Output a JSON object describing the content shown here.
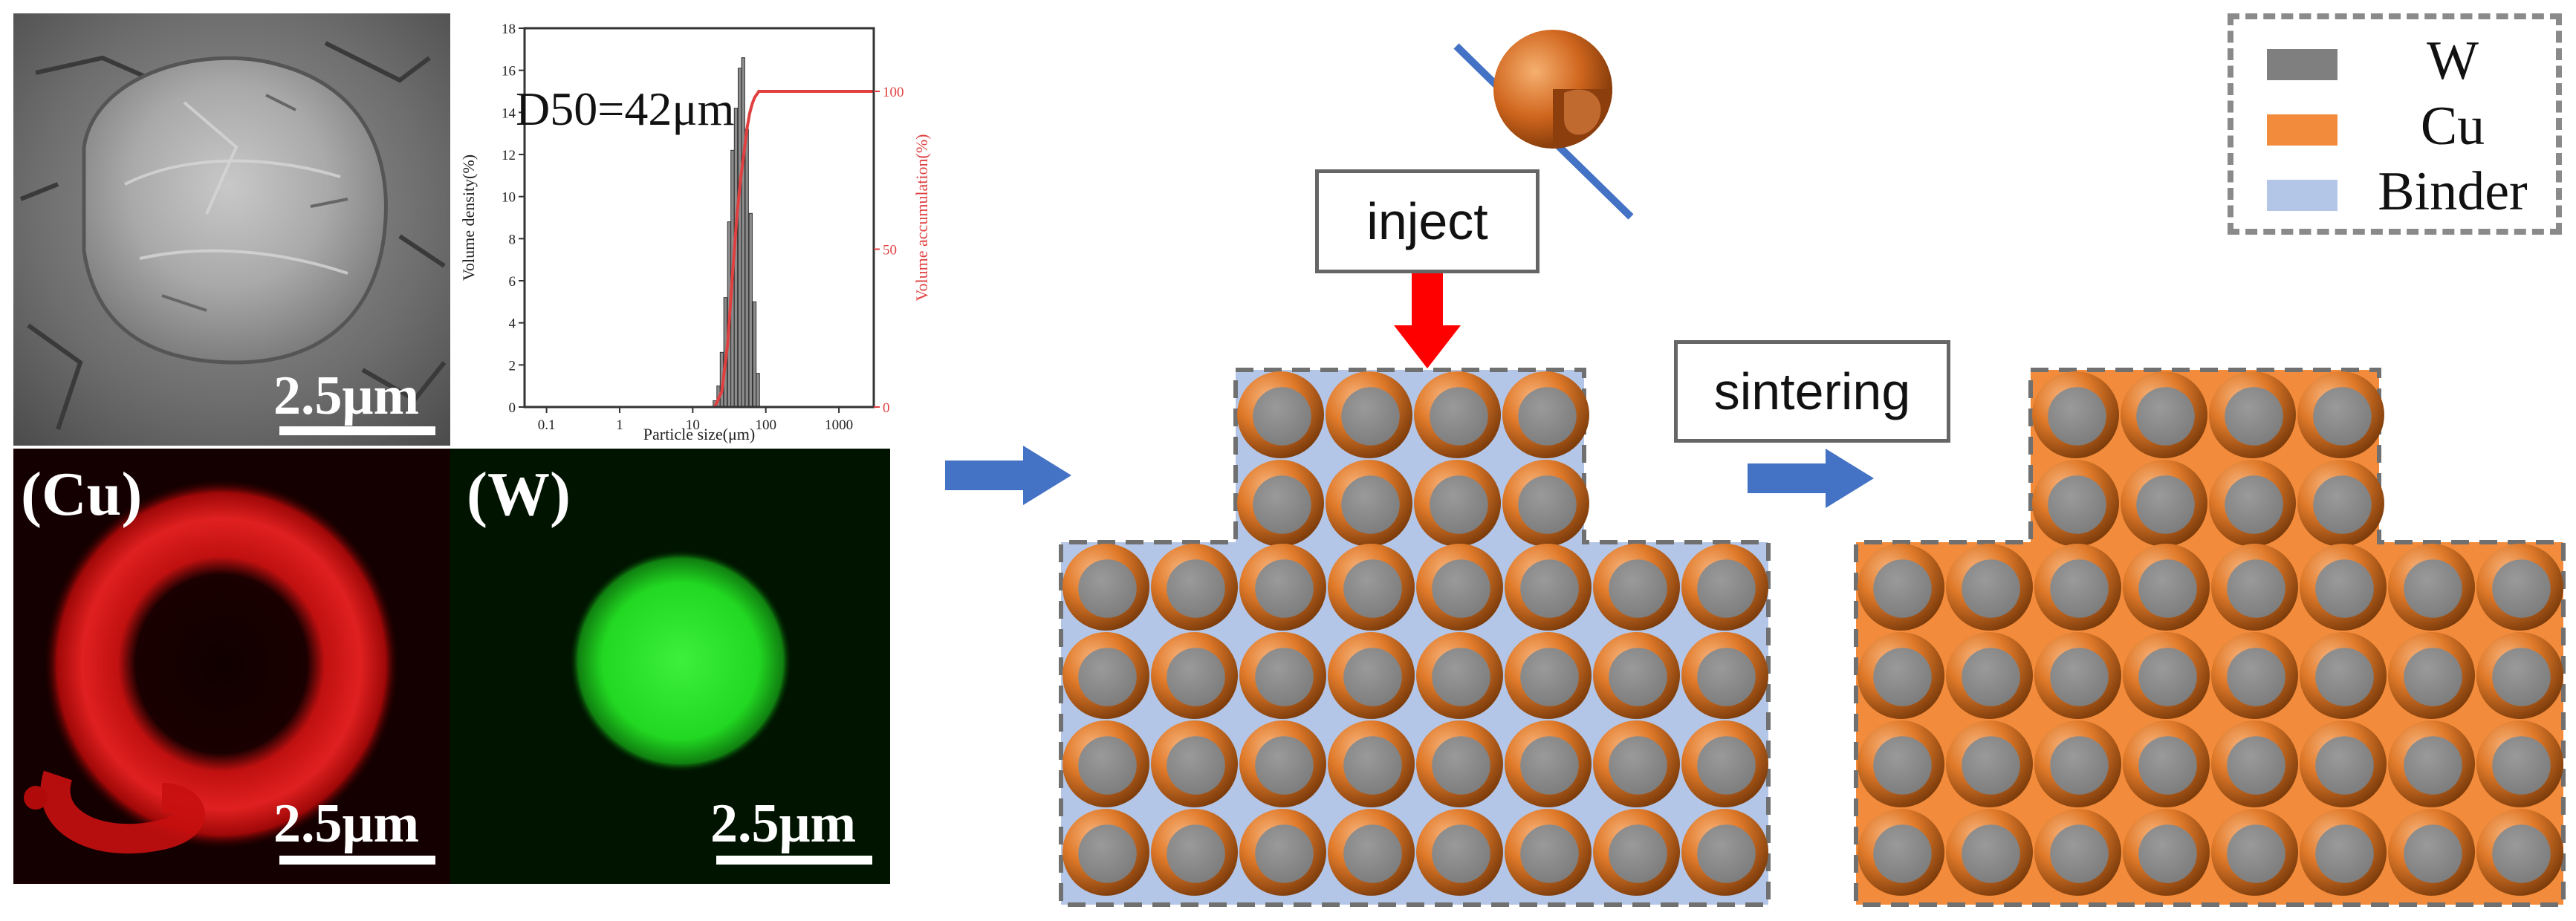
{
  "sem_panel": {
    "scale_label": "2.5μm"
  },
  "edx_cu": {
    "label": "(Cu)",
    "scale_label": "2.5μm"
  },
  "edx_w": {
    "label": "(W)",
    "scale_label": "2.5μm"
  },
  "chart_data": {
    "type": "bar",
    "annotation": "D50=42μm",
    "xlabel": "Particle size(μm)",
    "ylabel": "Volume density(%)",
    "y2label": "Volume accumulation(%)",
    "xscale": "log",
    "xticks": [
      "0.1",
      "1",
      "10",
      "100",
      "1000"
    ],
    "yticks": [
      "0",
      "2",
      "4",
      "6",
      "8",
      "10",
      "12",
      "14",
      "16",
      "18"
    ],
    "y2ticks": [
      "0",
      "50",
      "100"
    ],
    "xlim": [
      0.05,
      3000
    ],
    "ylim": [
      0,
      18
    ],
    "y2lim": [
      0,
      120
    ],
    "series": [
      {
        "kind": "bar",
        "x": [
          20,
          22.5,
          25,
          28,
          31.5,
          35,
          39,
          44,
          49,
          55,
          62,
          70,
          78
        ],
        "values": [
          0.3,
          1.0,
          2.6,
          5.2,
          8.8,
          12.2,
          14.2,
          16.1,
          16.6,
          13.2,
          9.2,
          5.0,
          1.6
        ]
      },
      {
        "kind": "line",
        "axis": "y2",
        "x": [
          20,
          25,
          30,
          35,
          40,
          45,
          50,
          55,
          60,
          65,
          70,
          75,
          80,
          90,
          100,
          1000,
          3000
        ],
        "values": [
          0,
          5,
          20,
          42,
          60,
          72,
          80,
          88,
          93,
          96,
          98,
          99,
          100,
          100,
          100,
          100,
          100
        ]
      }
    ]
  },
  "process": {
    "inject_label": "inject",
    "sintering_label": "sintering"
  },
  "legend": {
    "items": [
      {
        "label": "W",
        "color": "#7f7f7f"
      },
      {
        "label": "Cu",
        "color": "#f28c3c"
      },
      {
        "label": "Binder",
        "color": "#b4c6e7"
      }
    ]
  },
  "colors": {
    "arrow_blue": "#4472c4",
    "inject_arrow": "#ff0000",
    "cu_shell": "#e07a2a",
    "w_core": "#8a8a8a",
    "binder": "#b4c6e7",
    "cu_fill": "#f28c3c",
    "edx_cu": "#e01010",
    "edx_w": "#20e020"
  }
}
